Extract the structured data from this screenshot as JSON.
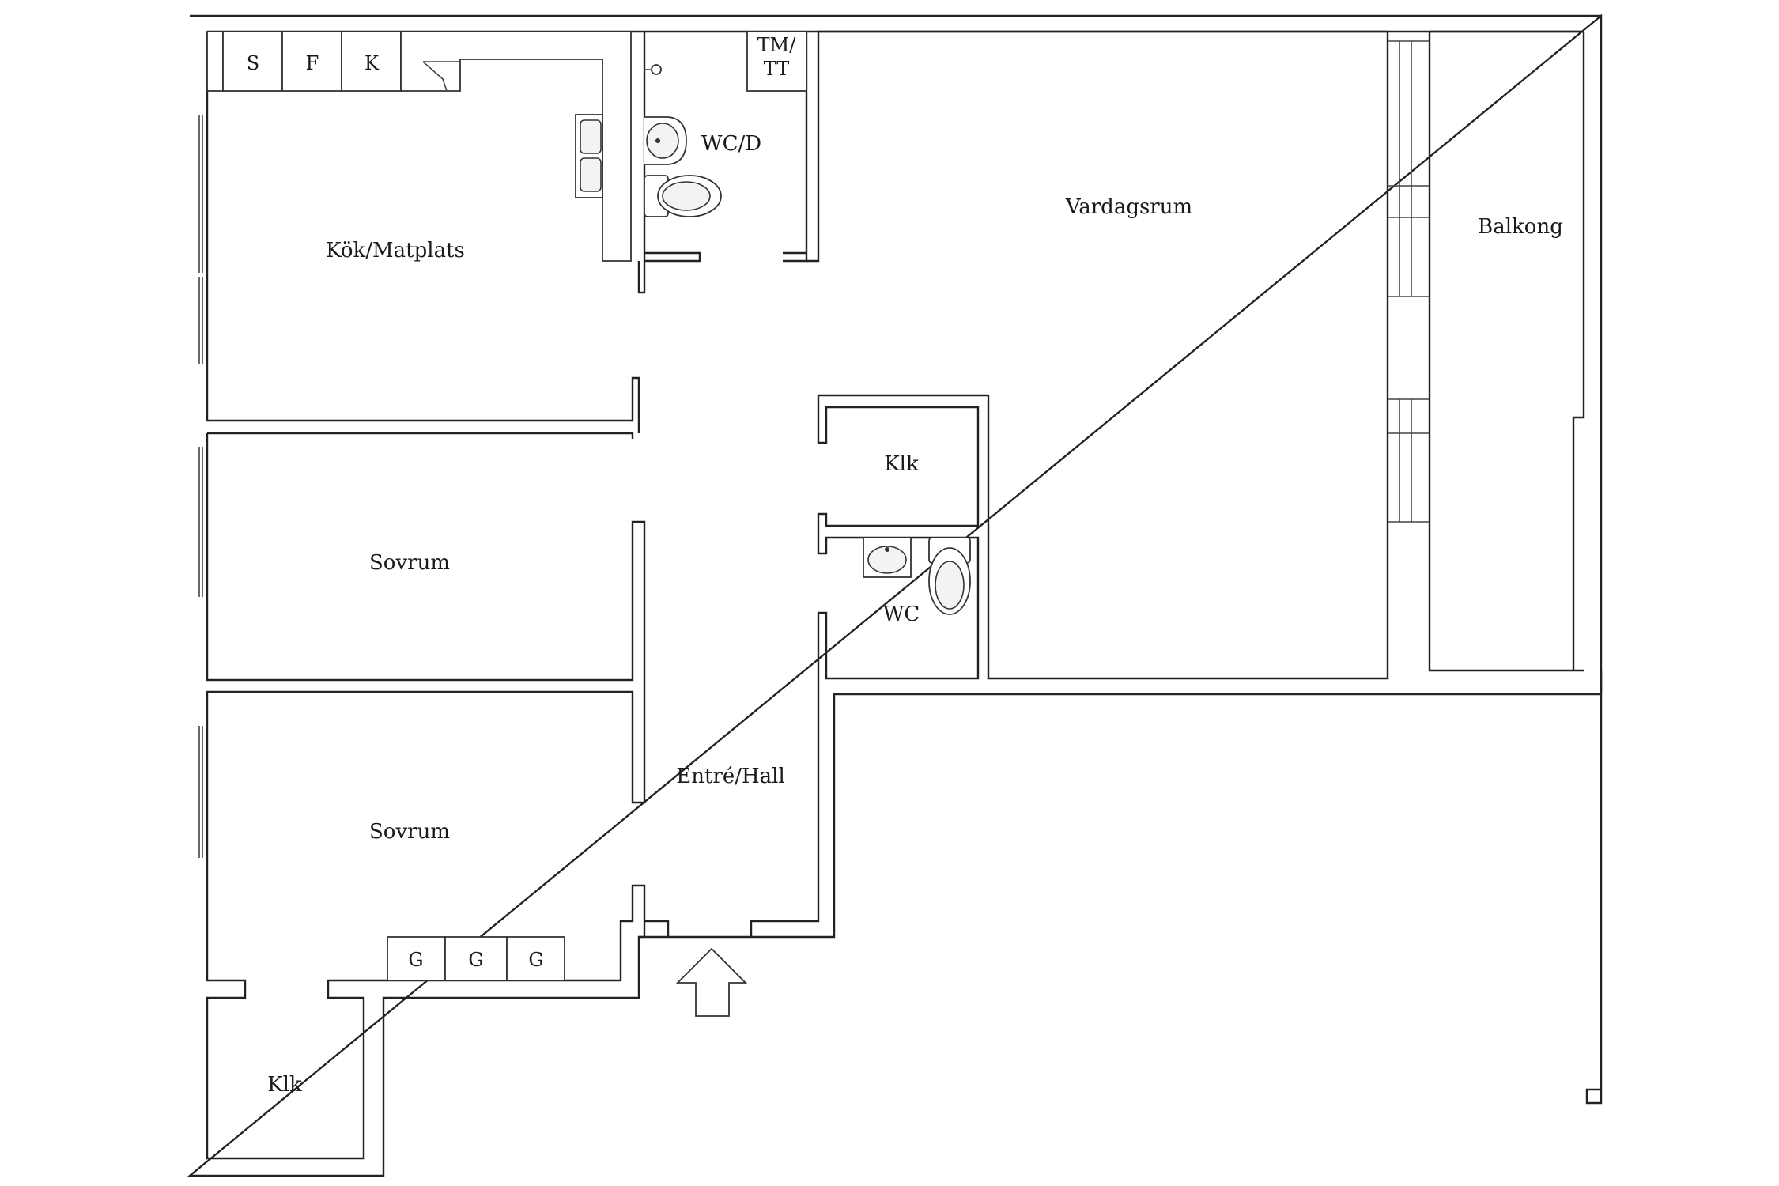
{
  "rooms": {
    "kitchen": "Kök/Matplats",
    "wc_d": "WC/D",
    "tm_tt_line1": "TM/",
    "tm_tt_line2": "TT",
    "living": "Vardagsrum",
    "balcony": "Balkong",
    "closet_center": "Klk",
    "wc": "WC",
    "bedroom_1": "Sovrum",
    "bedroom_2": "Sovrum",
    "hall": "Entré/Hall",
    "closet_bottom": "Klk"
  },
  "kitchen_cabinets": [
    "S",
    "F",
    "K"
  ],
  "wardrobes": [
    "G",
    "G",
    "G"
  ],
  "icons": {
    "entrance": "entrance-arrow-icon",
    "sink": "sink-icon",
    "toilet": "toilet-icon",
    "double_sink": "kitchen-sink-icon"
  }
}
